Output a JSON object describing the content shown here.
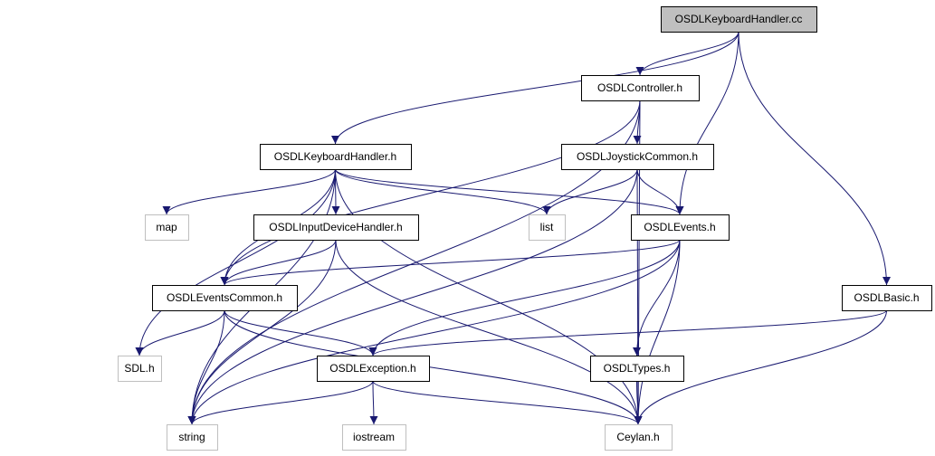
{
  "diagram": {
    "colors": {
      "edge": "#191970",
      "main_fill": "#bfbfbf",
      "local_border": "#000000",
      "external_border": "#bfbfbf"
    },
    "nodes": [
      {
        "id": "kbd_cc",
        "label": "OSDLKeyboardHandler.cc",
        "kind": "main"
      },
      {
        "id": "controller_h",
        "label": "OSDLController.h",
        "kind": "local"
      },
      {
        "id": "kbd_h",
        "label": "OSDLKeyboardHandler.h",
        "kind": "local"
      },
      {
        "id": "joystick_h",
        "label": "OSDLJoystickCommon.h",
        "kind": "local"
      },
      {
        "id": "map",
        "label": "map",
        "kind": "external"
      },
      {
        "id": "inputdev_h",
        "label": "OSDLInputDeviceHandler.h",
        "kind": "local"
      },
      {
        "id": "list",
        "label": "list",
        "kind": "external"
      },
      {
        "id": "events_h",
        "label": "OSDLEvents.h",
        "kind": "local"
      },
      {
        "id": "eventscommon_h",
        "label": "OSDLEventsCommon.h",
        "kind": "local"
      },
      {
        "id": "basic_h",
        "label": "OSDLBasic.h",
        "kind": "local"
      },
      {
        "id": "sdl_h",
        "label": "SDL.h",
        "kind": "external"
      },
      {
        "id": "exception_h",
        "label": "OSDLException.h",
        "kind": "local"
      },
      {
        "id": "types_h",
        "label": "OSDLTypes.h",
        "kind": "local"
      },
      {
        "id": "string",
        "label": "string",
        "kind": "external"
      },
      {
        "id": "iostream",
        "label": "iostream",
        "kind": "external"
      },
      {
        "id": "ceylan_h",
        "label": "Ceylan.h",
        "kind": "external"
      }
    ],
    "edges": [
      [
        "kbd_cc",
        "controller_h"
      ],
      [
        "kbd_cc",
        "kbd_h"
      ],
      [
        "kbd_cc",
        "events_h"
      ],
      [
        "kbd_cc",
        "basic_h"
      ],
      [
        "controller_h",
        "string"
      ],
      [
        "controller_h",
        "joystick_h"
      ],
      [
        "controller_h",
        "eventscommon_h"
      ],
      [
        "controller_h",
        "ceylan_h"
      ],
      [
        "kbd_h",
        "sdl_h"
      ],
      [
        "kbd_h",
        "map"
      ],
      [
        "kbd_h",
        "inputdev_h"
      ],
      [
        "kbd_h",
        "list"
      ],
      [
        "kbd_h",
        "events_h"
      ],
      [
        "kbd_h",
        "eventscommon_h"
      ],
      [
        "kbd_h",
        "string"
      ],
      [
        "kbd_h",
        "ceylan_h"
      ],
      [
        "joystick_h",
        "list"
      ],
      [
        "joystick_h",
        "events_h"
      ],
      [
        "joystick_h",
        "string"
      ],
      [
        "joystick_h",
        "ceylan_h"
      ],
      [
        "inputdev_h",
        "eventscommon_h"
      ],
      [
        "inputdev_h",
        "string"
      ],
      [
        "inputdev_h",
        "ceylan_h"
      ],
      [
        "events_h",
        "eventscommon_h"
      ],
      [
        "events_h",
        "exception_h"
      ],
      [
        "events_h",
        "types_h"
      ],
      [
        "events_h",
        "string"
      ],
      [
        "events_h",
        "ceylan_h"
      ],
      [
        "eventscommon_h",
        "sdl_h"
      ],
      [
        "eventscommon_h",
        "string"
      ],
      [
        "eventscommon_h",
        "exception_h"
      ],
      [
        "eventscommon_h",
        "ceylan_h"
      ],
      [
        "basic_h",
        "exception_h"
      ],
      [
        "basic_h",
        "ceylan_h"
      ],
      [
        "exception_h",
        "string"
      ],
      [
        "exception_h",
        "iostream"
      ],
      [
        "exception_h",
        "ceylan_h"
      ],
      [
        "types_h",
        "ceylan_h"
      ]
    ]
  }
}
